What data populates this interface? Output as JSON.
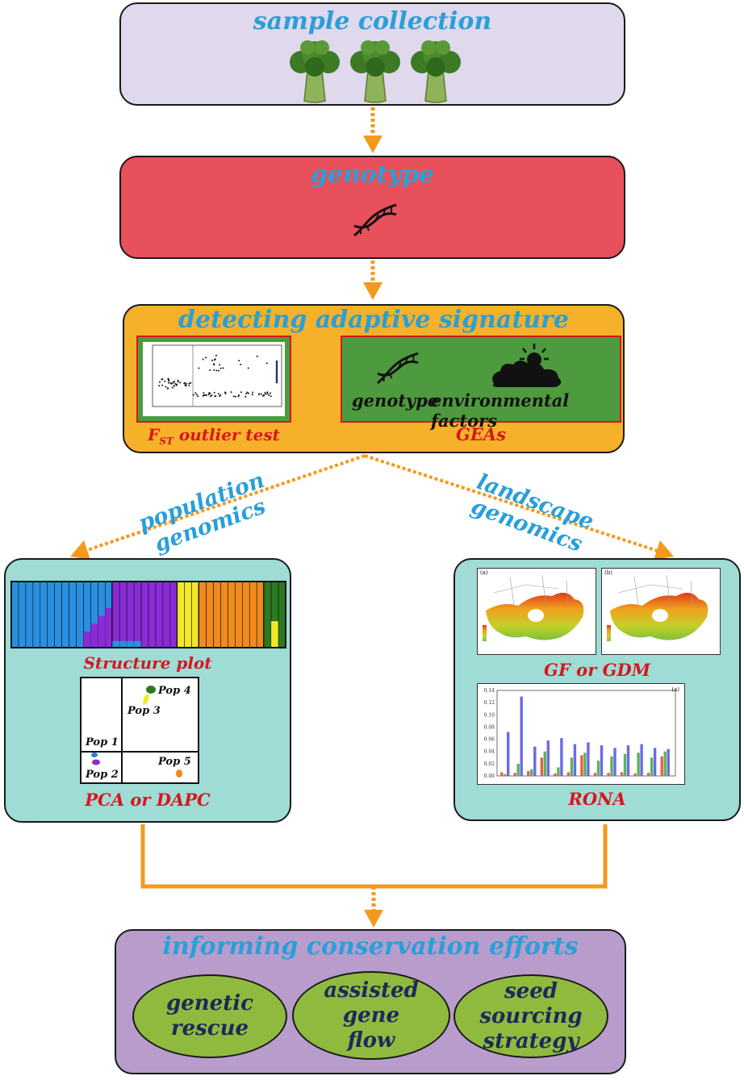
{
  "steps": {
    "sample_collection": "sample collection",
    "genotype": "genotype",
    "detecting": "detecting adaptive signature",
    "informing": "informing conservation efforts"
  },
  "detect": {
    "fst_label_main": "F",
    "fst_label_sub": "ST",
    "fst_label_rest": " outlier test",
    "gea_label": "GEAs",
    "gea_genotype": "genotype",
    "gea_env": "environmental factors"
  },
  "branches": {
    "left": "population genomics",
    "right": "landscape genomics"
  },
  "left_panel": {
    "structure_label": "Structure plot",
    "pca_label": "PCA or DAPC",
    "pops": [
      "Pop 1",
      "Pop 2",
      "Pop 3",
      "Pop 4",
      "Pop 5"
    ]
  },
  "right_panel": {
    "gf_label": "GF or GDM",
    "rona_label": "RONA",
    "map_tags": [
      "(a)",
      "(b)"
    ],
    "rona_tag": "(a)",
    "rona_yticks": [
      "0.00",
      "0.02",
      "0.04",
      "0.06",
      "0.08",
      "0.10",
      "0.12",
      "0.14"
    ]
  },
  "conservation": {
    "options": [
      "genetic rescue",
      "assisted gene flow",
      "seed sourcing strategy"
    ]
  },
  "colors": {
    "title_blue": "#2a9fd8",
    "label_red": "#d8161e",
    "arrow_orange": "#f39a1e",
    "box1": "#e0d8ec",
    "box2": "#e8505b",
    "box3": "#f5b12a",
    "panel": "#9fdcd6",
    "box_final": "#b89ccb",
    "oval": "#8fba3e"
  }
}
